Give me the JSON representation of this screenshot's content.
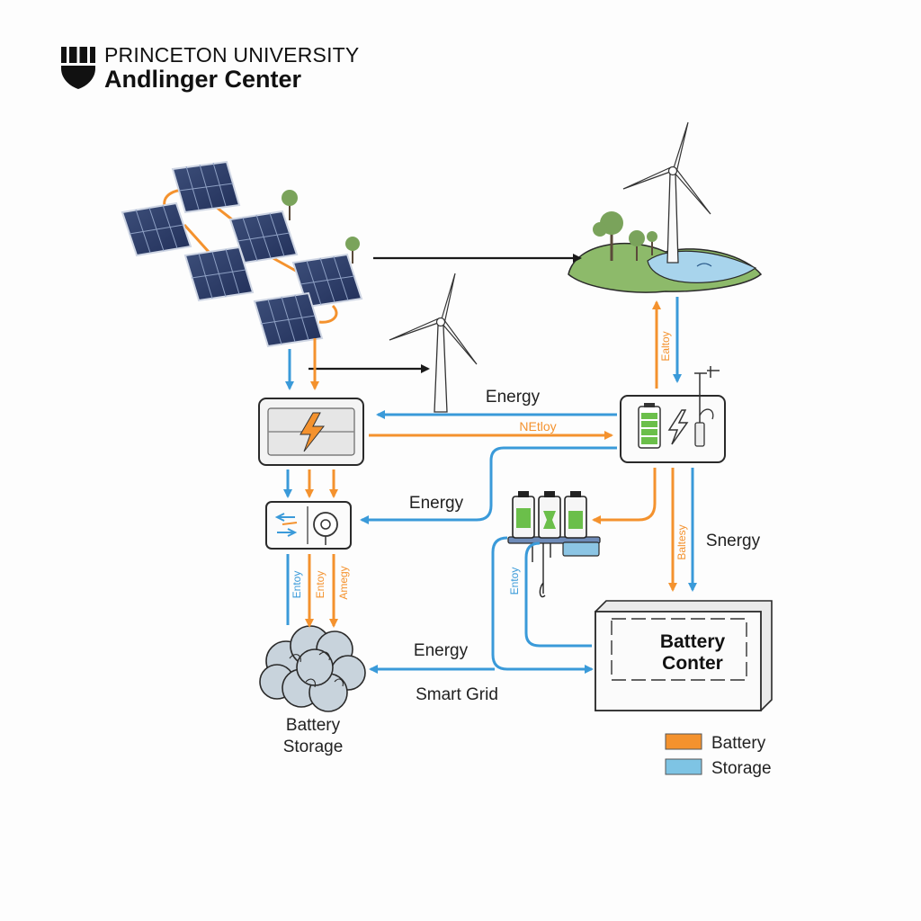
{
  "header": {
    "line1": "PRINCETON UNIVERSITY",
    "line2": "Andlinger Center"
  },
  "labels": {
    "energy_top": "Energy",
    "neltoy": "NEtloy",
    "energy_left": "Energy",
    "energy_bottom": "Energy",
    "smart_grid": "Smart Grid",
    "snergy": "Snergy",
    "battery_storage_1": "Battery",
    "battery_storage_2": "Storage",
    "battery_center_1": "Battery",
    "battery_center_2": "Conter",
    "vert_ealtoy": "Ealtoy",
    "vert_baltesy": "Baltesy",
    "vert_entoy_left": "Entoy",
    "vert_entoy_mid": "Entoy",
    "vert_amegy": "Amegy",
    "vert_entoy_right": "Entoy"
  },
  "legend": [
    {
      "label": "Battery",
      "color": "#f4922e"
    },
    {
      "label": "Storage",
      "color": "#7ec4e4"
    }
  ],
  "colors": {
    "orange": "#f4922e",
    "blue": "#3a9ad9",
    "black": "#1a1a1a"
  }
}
